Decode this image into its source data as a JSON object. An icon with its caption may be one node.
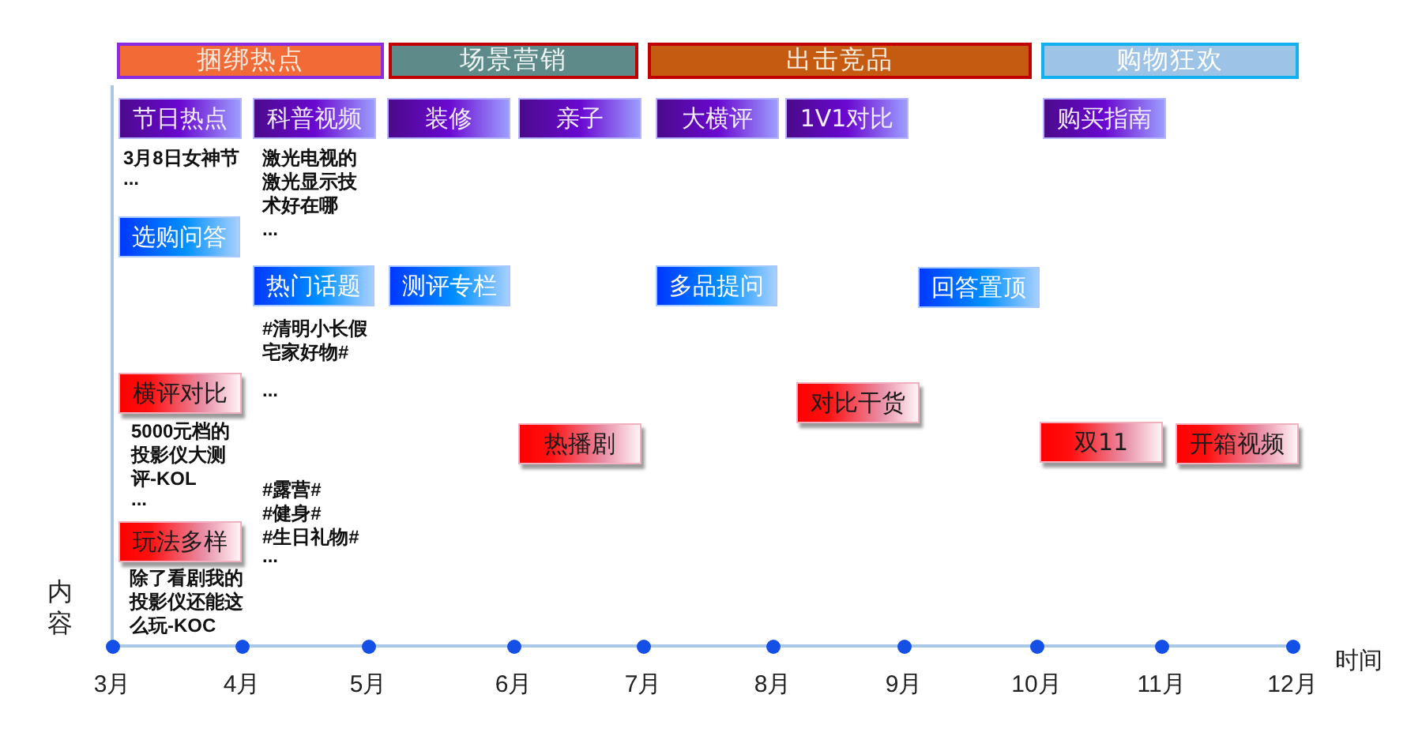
{
  "diagram": {
    "nodes": [
      {
        "text": [
          "捆绑热点"
        ]
      },
      {
        "text": [
          "场景营销"
        ]
      },
      {
        "text": [
          "出击竞品"
        ]
      },
      {
        "text": [
          "购物狂欢"
        ]
      },
      {
        "text": [
          "节日热点"
        ],
        "beside": [
          "3月8日女神节",
          "..."
        ]
      },
      {
        "text": [
          "科普视频"
        ],
        "beside": [
          "激光电视的激光显示技术好在哪 ..."
        ]
      },
      {
        "text": [
          "装修"
        ]
      },
      {
        "text": [
          "亲子"
        ]
      },
      {
        "text": [
          "大横评"
        ]
      },
      {
        "text": [
          "1V1对比"
        ]
      },
      {
        "text": [
          "购买指南"
        ]
      },
      {
        "text": [
          "选购问答"
        ]
      },
      {
        "text": [
          "热门话题"
        ],
        "beside": [
          "#清明小长假宅家好物#",
          "...",
          "#露营#",
          "#健身#",
          "#生日礼物#",
          "..."
        ]
      },
      {
        "text": [
          "测评专栏"
        ]
      },
      {
        "text": [
          "多品提问"
        ]
      },
      {
        "text": [
          "回答置顶"
        ]
      },
      {
        "text": [
          "横评对比"
        ],
        "beside": [
          "5000元档的投影仪大测评-KOL",
          "..."
        ]
      },
      {
        "text": [
          "对比干货"
        ]
      },
      {
        "text": [
          "热播剧"
        ]
      },
      {
        "text": [
          "双11"
        ]
      },
      {
        "text": [
          "开箱视频"
        ]
      },
      {
        "text": [
          "玩法多样"
        ],
        "beside": [
          "除了看剧我的投影仪还能这么玩-KOC"
        ]
      }
    ],
    "labels": [
      "内容",
      "3月",
      "4月",
      "5月",
      "6月",
      "7月",
      "8月",
      "9月",
      "10月",
      "11月",
      "12月",
      "时间"
    ]
  }
}
